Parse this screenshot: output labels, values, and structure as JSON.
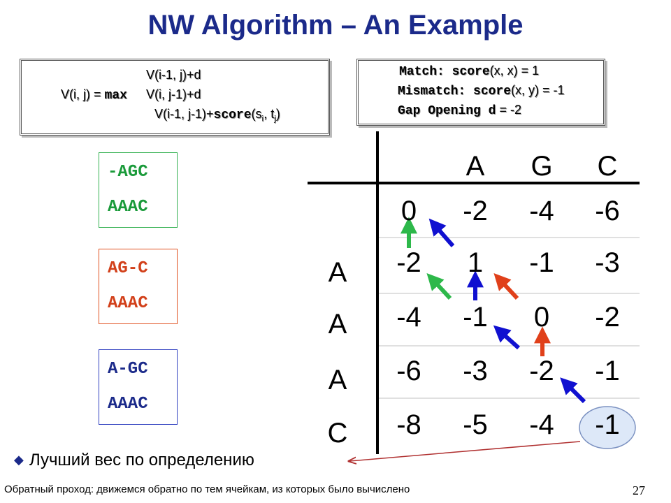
{
  "title": "NW Algorithm – An Example",
  "formula": {
    "line1": "V(i-1, j)+d",
    "lhs": "V(i, j) = ",
    "max_kw": "max",
    "line2": "V(i, j-1)+d",
    "line3_pre": "V(i-1, j-1)+",
    "line3_fn": "score",
    "line3_args_open": "(s",
    "sub_i": "i",
    "line3_mid": ", t",
    "sub_j": "j",
    "line3_close": ")"
  },
  "scoring": {
    "match_kw": "Match: score",
    "match_rest": "(x, x) = 1",
    "mismatch_kw": "Mismatch: score",
    "mismatch_rest": "(x, y) = -1",
    "gap_kw": "Gap Opening d",
    "gap_rest": " = -2"
  },
  "alignments": [
    {
      "top": "-AGC",
      "bottom": "AAAC",
      "color": "#1a9a3a",
      "border": "#33b050"
    },
    {
      "top": "AG-C",
      "bottom": "AAAC",
      "color": "#d2401a",
      "border": "#e05020"
    },
    {
      "top": "A-GC",
      "bottom": "AAAC",
      "color": "#1b2a8a",
      "border": "#3040c0"
    }
  ],
  "matrix": {
    "col_headers": [
      "A",
      "G",
      "C"
    ],
    "row_headers": [
      "A",
      "A",
      "A",
      "C"
    ],
    "rows": [
      [
        "0",
        "-2",
        "-4",
        "-6"
      ],
      [
        "-2",
        "1",
        "-1",
        "-3"
      ],
      [
        "-4",
        "-1",
        "0",
        "-2"
      ],
      [
        "-6",
        "-3",
        "-2",
        "-1"
      ],
      [
        "-8",
        "-5",
        "-4",
        "-1"
      ]
    ]
  },
  "arrow_colors": {
    "green": "#2db84a",
    "blue": "#1010d0",
    "red": "#e0401a"
  },
  "bullet": "Лучший вес по определению",
  "footer": "Обратный проход: движемся обратно по тем ячейкам, из которых было вычислено",
  "page_number": "27"
}
